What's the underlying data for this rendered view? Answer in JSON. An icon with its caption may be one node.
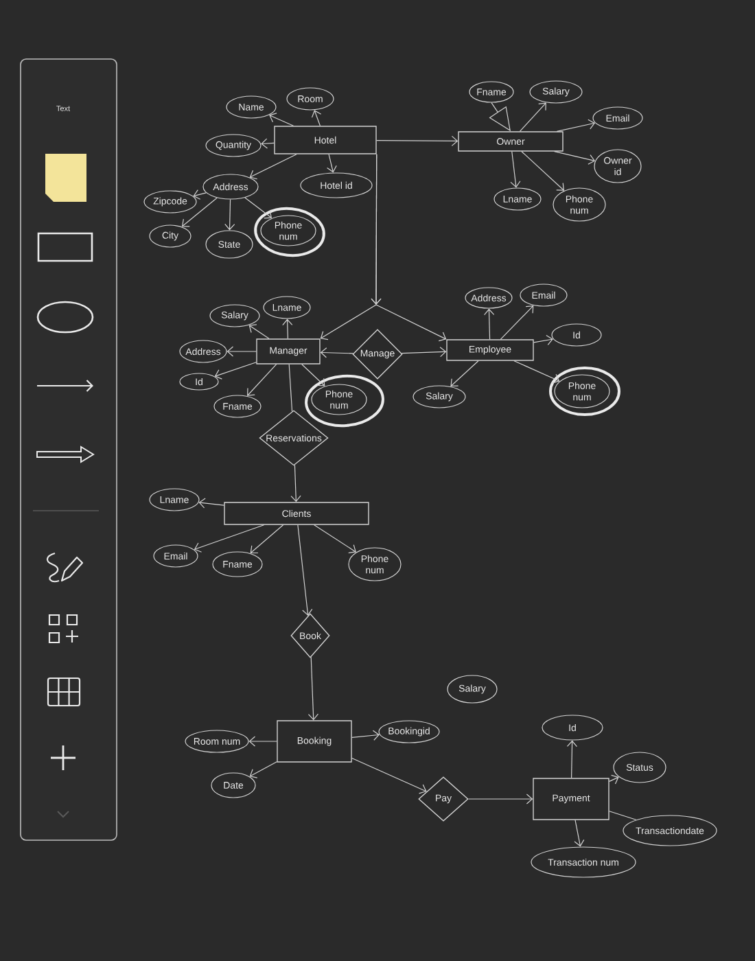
{
  "diagram": {
    "nodes": [
      {
        "text": [
          "Hotel"
        ]
      },
      {
        "text": [
          "Name"
        ]
      },
      {
        "text": [
          "Room"
        ]
      },
      {
        "text": [
          "Quantity"
        ]
      },
      {
        "text": [
          "Address"
        ]
      },
      {
        "text": [
          "Hotel id"
        ]
      },
      {
        "text": [
          "Zipcode"
        ]
      },
      {
        "text": [
          "City"
        ]
      },
      {
        "text": [
          "State"
        ]
      },
      {
        "text": [
          "Phone num"
        ]
      },
      {
        "text": [
          "Owner"
        ]
      },
      {
        "text": [
          "Fname"
        ]
      },
      {
        "text": [
          "Salary"
        ]
      },
      {
        "text": [
          "Email"
        ]
      },
      {
        "text": [
          "Owner id"
        ]
      },
      {
        "text": [
          "Lname"
        ]
      },
      {
        "text": [
          "Phone num"
        ]
      },
      {
        "text": [
          "Manager"
        ]
      },
      {
        "text": [
          "Salary"
        ]
      },
      {
        "text": [
          "Lname"
        ]
      },
      {
        "text": [
          "Address"
        ]
      },
      {
        "text": [
          "Id"
        ]
      },
      {
        "text": [
          "Fname"
        ]
      },
      {
        "text": [
          "Phone num"
        ]
      },
      {
        "text": [
          "Manage"
        ]
      },
      {
        "text": [
          "Reservations"
        ]
      },
      {
        "text": [
          "Employee"
        ]
      },
      {
        "text": [
          "Address"
        ]
      },
      {
        "text": [
          "Email"
        ]
      },
      {
        "text": [
          "Id"
        ]
      },
      {
        "text": [
          "Salary"
        ]
      },
      {
        "text": [
          "Phone num"
        ]
      },
      {
        "text": [
          "Clients"
        ]
      },
      {
        "text": [
          "Lname"
        ]
      },
      {
        "text": [
          "Email"
        ]
      },
      {
        "text": [
          "Fname"
        ]
      },
      {
        "text": [
          "Phone num"
        ]
      },
      {
        "text": [
          "Book"
        ]
      },
      {
        "text": [
          "Salary"
        ]
      },
      {
        "text": [
          "Booking"
        ]
      },
      {
        "text": [
          "Room num"
        ]
      },
      {
        "text": [
          "Date"
        ]
      },
      {
        "text": [
          "Bookingid"
        ]
      },
      {
        "text": [
          "Pay"
        ]
      },
      {
        "text": [
          "Payment"
        ]
      },
      {
        "text": [
          "Id"
        ]
      },
      {
        "text": [
          "Status"
        ]
      },
      {
        "text": [
          "Transactiondate"
        ]
      },
      {
        "text": [
          "Transaction num"
        ]
      }
    ],
    "edges": [
      {
        "from": 0,
        "to": 1,
        "arrow": "to"
      },
      {
        "from": 0,
        "to": 2,
        "arrow": "to"
      },
      {
        "from": 0,
        "to": 3,
        "arrow": "to"
      },
      {
        "from": 0,
        "to": 4,
        "arrow": "to"
      },
      {
        "from": 0,
        "to": 5,
        "arrow": "to"
      },
      {
        "from": 4,
        "to": 6,
        "arrow": "to"
      },
      {
        "from": 4,
        "to": 7,
        "arrow": "to"
      },
      {
        "from": 4,
        "to": 8,
        "arrow": "to"
      },
      {
        "from": 4,
        "to": 9,
        "arrow": "to"
      },
      {
        "from": 0,
        "to": 10,
        "arrow": "to"
      },
      {
        "from": 11,
        "to": 10,
        "arrow": "to"
      },
      {
        "from": 10,
        "to": 12,
        "arrow": "to"
      },
      {
        "from": 10,
        "to": 13,
        "arrow": "to"
      },
      {
        "from": 10,
        "to": 14,
        "arrow": "to"
      },
      {
        "from": 10,
        "to": 15,
        "arrow": "to"
      },
      {
        "from": 10,
        "to": 16,
        "arrow": "to"
      },
      {
        "from": 0,
        "to": 17,
        "arrow": "to"
      },
      {
        "from": 0,
        "to": 26,
        "arrow": "to"
      },
      {
        "from": 17,
        "to": 18,
        "arrow": "to"
      },
      {
        "from": 17,
        "to": 19,
        "arrow": "to"
      },
      {
        "from": 17,
        "to": 20,
        "arrow": "to"
      },
      {
        "from": 17,
        "to": 21,
        "arrow": "to"
      },
      {
        "from": 17,
        "to": 22,
        "arrow": "to"
      },
      {
        "from": 17,
        "to": 23,
        "arrow": "to"
      },
      {
        "from": 24,
        "to": 17,
        "arrow": "to"
      },
      {
        "from": 24,
        "to": 26,
        "arrow": "to"
      },
      {
        "from": 17,
        "to": 25,
        "arrow": "none"
      },
      {
        "from": 25,
        "to": 32,
        "arrow": "to"
      },
      {
        "from": 26,
        "to": 27,
        "arrow": "to"
      },
      {
        "from": 26,
        "to": 28,
        "arrow": "to"
      },
      {
        "from": 26,
        "to": 29,
        "arrow": "to"
      },
      {
        "from": 26,
        "to": 30,
        "arrow": "to"
      },
      {
        "from": 26,
        "to": 31,
        "arrow": "to"
      },
      {
        "from": 32,
        "to": 33,
        "arrow": "to"
      },
      {
        "from": 32,
        "to": 34,
        "arrow": "to"
      },
      {
        "from": 32,
        "to": 35,
        "arrow": "to"
      },
      {
        "from": 32,
        "to": 36,
        "arrow": "to"
      },
      {
        "from": 32,
        "to": 37,
        "arrow": "to"
      },
      {
        "from": 37,
        "to": 39,
        "arrow": "to"
      },
      {
        "from": 39,
        "to": 40,
        "arrow": "to"
      },
      {
        "from": 39,
        "to": 41,
        "arrow": "to"
      },
      {
        "from": 39,
        "to": 42,
        "arrow": "to"
      },
      {
        "from": 39,
        "to": 43,
        "arrow": "to"
      },
      {
        "from": 43,
        "to": 44,
        "arrow": "to"
      },
      {
        "from": 44,
        "to": 45,
        "arrow": "to"
      },
      {
        "from": 44,
        "to": 46,
        "arrow": "to"
      },
      {
        "from": 44,
        "to": 47,
        "arrow": "none"
      },
      {
        "from": 44,
        "to": 48,
        "arrow": "to"
      }
    ],
    "labels": [
      "Text"
    ]
  }
}
